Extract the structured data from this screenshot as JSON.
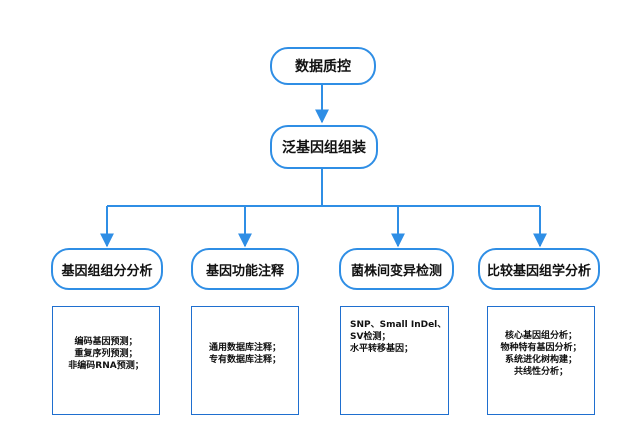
{
  "root": {
    "label": "数据质控"
  },
  "hub": {
    "label": "泛基因组组装"
  },
  "branches": [
    {
      "label": "基因组组分分析",
      "details": [
        "编码基因预测；",
        "重复序列预测；",
        "非编码RNA预测；"
      ]
    },
    {
      "label": "基因功能注释",
      "details": [
        "通用数据库注释；",
        "专有数据库注释；"
      ]
    },
    {
      "label": "菌株间变异检测",
      "details": [
        "SNP、Small InDel、",
        "SV检测；",
        "水平转移基因；"
      ]
    },
    {
      "label": "比较基因组学分析",
      "details": [
        "核心基因组分析；",
        "物种特有基因分析；",
        "系统进化树构建；",
        "共线性分析；"
      ]
    }
  ],
  "colors": {
    "border": "#2f8ee5",
    "box_border": "#1f6fcf",
    "connector": "#2f8ee5",
    "text": "#111111"
  }
}
